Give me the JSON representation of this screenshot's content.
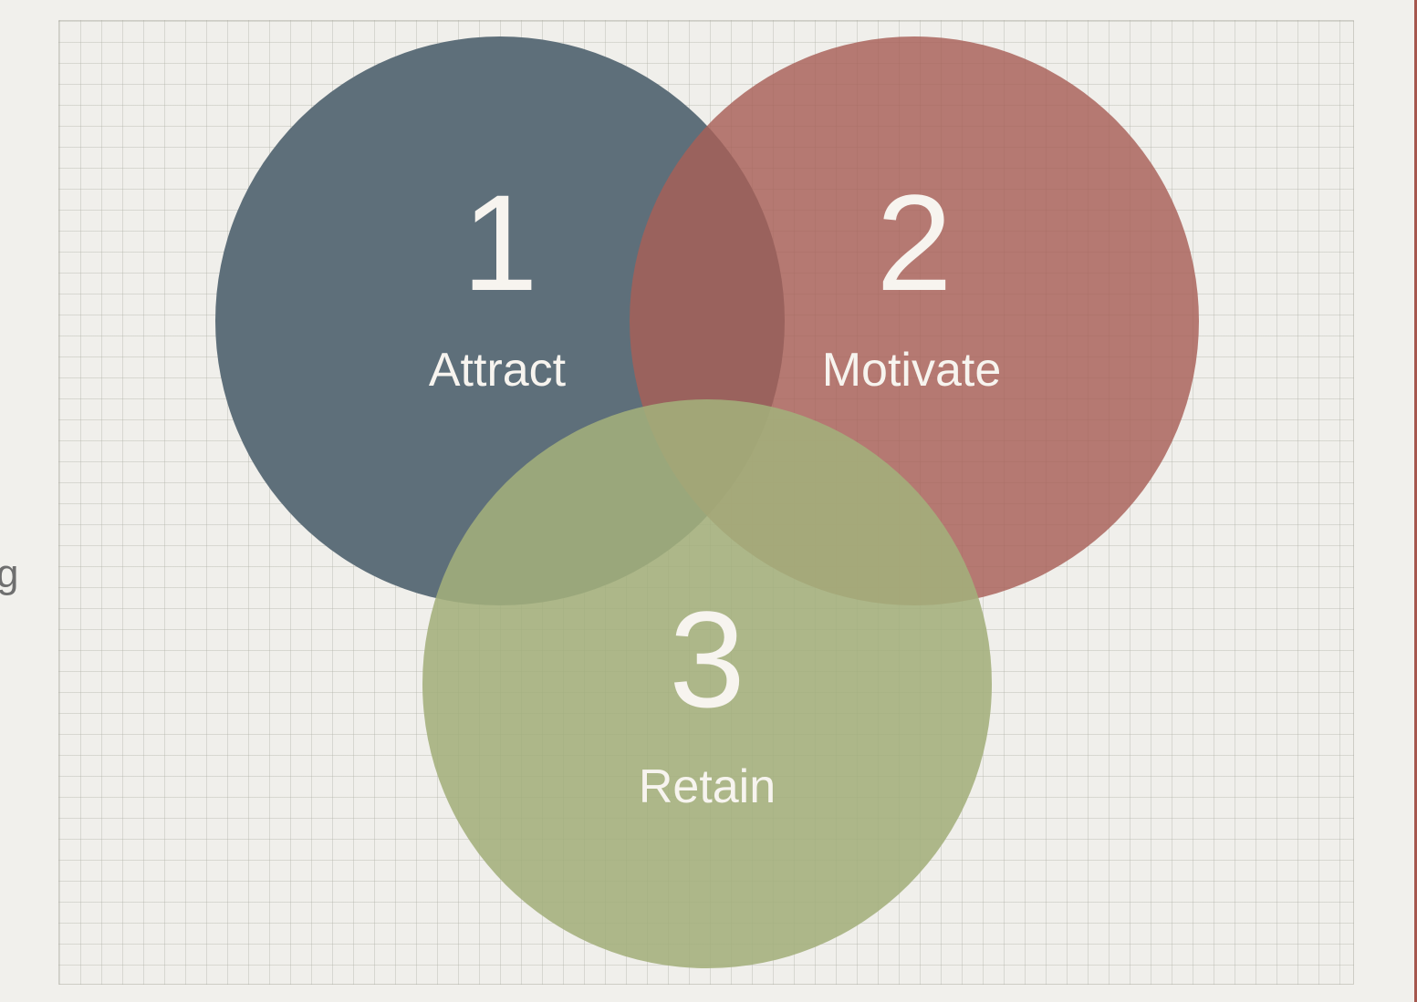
{
  "edge_text": "g",
  "circles": [
    {
      "number": "1",
      "label": "Attract",
      "color": "#5e6f7a"
    },
    {
      "number": "2",
      "label": "Motivate",
      "color": "#a75f57"
    },
    {
      "number": "3",
      "label": "Retain",
      "color": "#a3af7b"
    }
  ],
  "colors": {
    "background": "#f1f0ec",
    "grid": "#c9c8c0",
    "accent_rule": "#a5574e"
  }
}
